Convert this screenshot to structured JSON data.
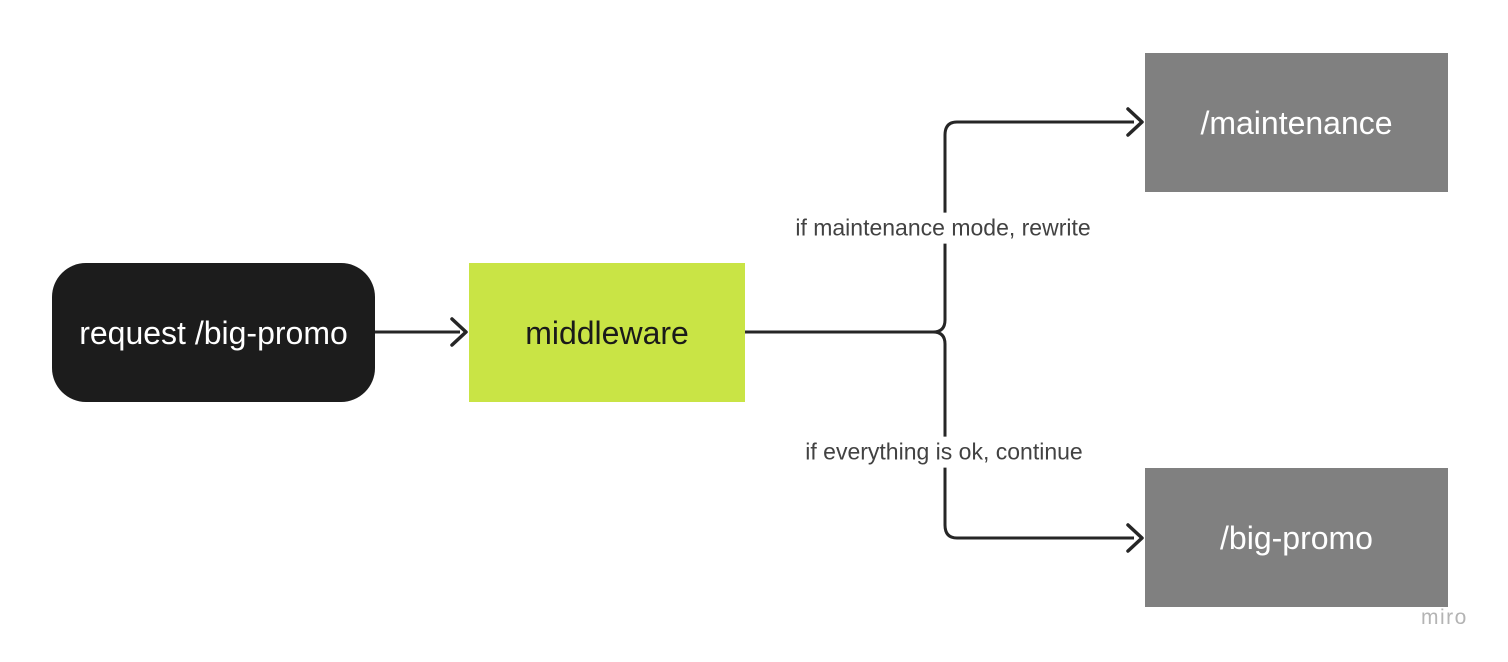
{
  "diagram": {
    "nodes": [
      {
        "id": "request",
        "label": "request /big-promo",
        "shape": "rounded-rectangle",
        "fill": "#1c1c1c",
        "text_color": "#ffffff"
      },
      {
        "id": "middleware",
        "label": "middleware",
        "shape": "rectangle",
        "fill": "#c9e445",
        "text_color": "#1a1a1a"
      },
      {
        "id": "maintenance",
        "label": "/maintenance",
        "shape": "rectangle",
        "fill": "#808080",
        "text_color": "#ffffff"
      },
      {
        "id": "bigpromo",
        "label": "/big-promo",
        "shape": "rectangle",
        "fill": "#808080",
        "text_color": "#ffffff"
      }
    ],
    "edges": [
      {
        "from": "request",
        "to": "middleware"
      },
      {
        "from": "middleware",
        "to": "maintenance",
        "label": "if maintenance mode, rewrite"
      },
      {
        "from": "middleware",
        "to": "bigpromo",
        "label": "if everything is ok, continue"
      }
    ],
    "colors": {
      "connector": "#262626",
      "edge_label_text": "#424242",
      "background": "#ffffff"
    }
  },
  "watermark": "miro"
}
